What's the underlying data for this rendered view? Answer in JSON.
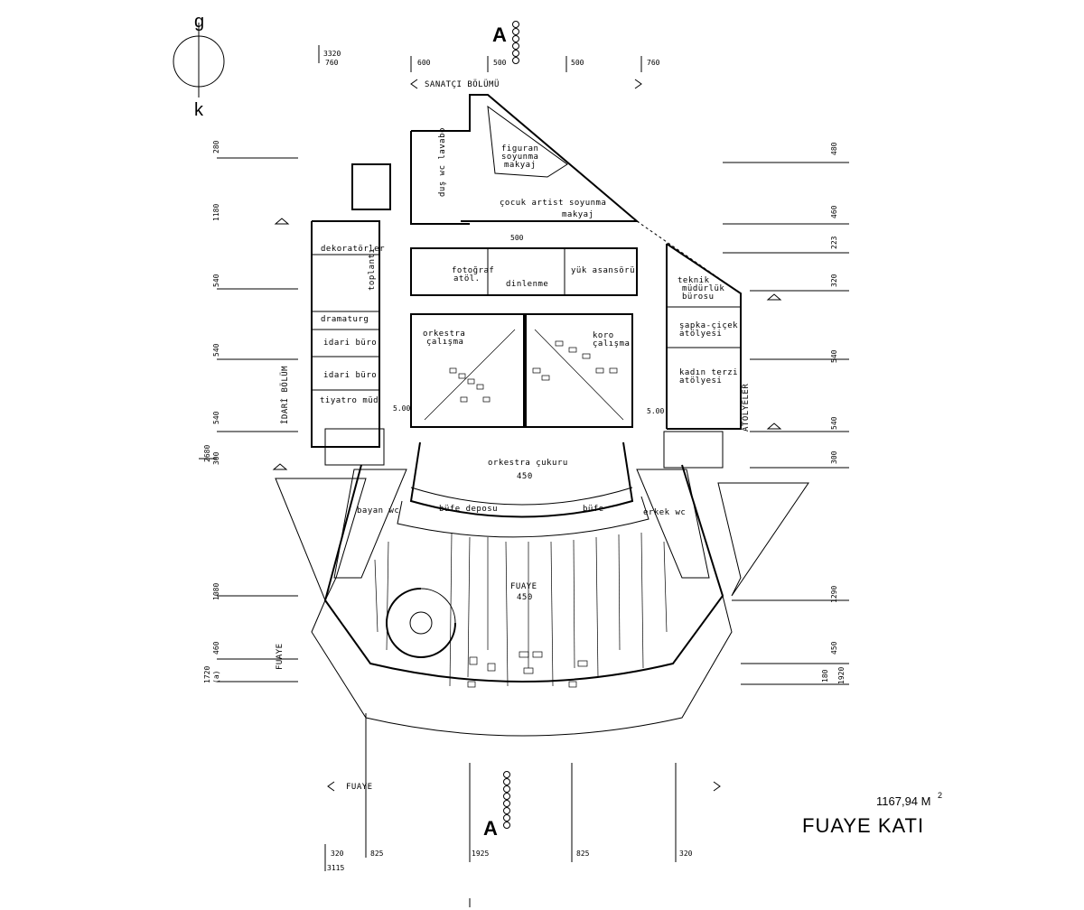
{
  "title": "FUAYE KATI",
  "area": "1167,94 M",
  "area_sup": "2",
  "section_marker": "A",
  "north": {
    "top": "g",
    "bottom": "k"
  },
  "sections": {
    "sanatci": "SANATÇI BÖLÜMÜ",
    "idari": "İDARİ BÖLÜM",
    "atolyeler": "ATÖLYELER",
    "fuaye_side": "FUAYE",
    "fuaye_bottom": "FUAYE"
  },
  "rooms": {
    "figuran": [
      "figuran",
      "soyunma",
      "makyaj"
    ],
    "cocuk": "çocuk artist soyunma",
    "cocuk2": "makyaj",
    "dus": "duş wc lavabo",
    "dekoratorler": "dekoratörler",
    "toplanti": "toplantı",
    "dramaturg": "dramaturg",
    "idari1": "idari büro",
    "idari2": "idari büro",
    "tiyatro": "tiyatro müd",
    "fotograf": [
      "fotoğraf",
      "atöl."
    ],
    "dinlenme": "dinlenme",
    "yuk": "yük asansörü",
    "teknik": [
      "teknik",
      "müdürlük",
      "bürosu"
    ],
    "sapka": [
      "şapka-çiçek",
      "atölyesi"
    ],
    "kadin": [
      "kadın terzi",
      "atölyesi"
    ],
    "orkestra_cal": [
      "orkestra",
      "çalışma"
    ],
    "koro": [
      "koro",
      "çalışma"
    ],
    "orkestra_cukuru": "orkestra çukuru",
    "orkestra_area": "450",
    "bufe_depo": "büfe deposu",
    "bufe": "büfe",
    "bayan": "bayan wc",
    "erkek": "erkek wc",
    "fuaye": "FUAYE",
    "fuaye_area": "450"
  },
  "dimensions": {
    "top": [
      "3320",
      "760",
      "600",
      "500",
      "500",
      "760"
    ],
    "bottom": [
      "320",
      "3115",
      "825",
      "1925",
      "825",
      "320"
    ],
    "left": [
      "280",
      "1180",
      "540",
      "540",
      "540",
      "300",
      "2680",
      "1080",
      "460",
      "1720",
      "(a)"
    ],
    "right": [
      "480",
      "460",
      "223",
      "320",
      "540",
      "540",
      "300",
      "1290",
      "450",
      "180",
      "1920"
    ],
    "inner": [
      "500",
      "5.00",
      "5.00"
    ]
  }
}
